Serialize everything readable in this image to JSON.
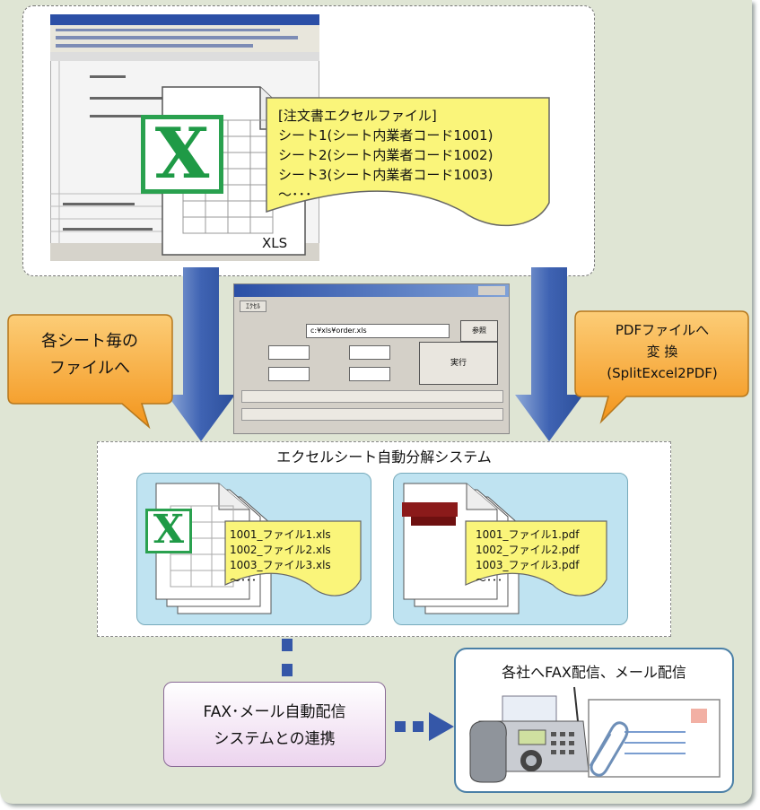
{
  "top_section": {
    "excel_icon_letter": "X",
    "file_label": "XLS",
    "callout_lines": [
      "[注文書エクセルファイル]",
      "シート1(シート内業者コード1001)",
      "シート2(シート内業者コード1002)",
      "シート3(シート内業者コード1003)",
      "～･･･"
    ]
  },
  "left_callout": [
    "各シート毎の",
    "ファイルへ"
  ],
  "right_callout": [
    "PDFファイルへ",
    "変 換",
    "(SplitExcel2PDF)"
  ],
  "app_window": {
    "tab_label": "ｴｸｾﾙ",
    "path_value": "c:¥xls¥order.xls",
    "browse_button": "参照",
    "run_button": "実行"
  },
  "system": {
    "title": "エクセルシート自動分解システム",
    "xls_files": [
      "1001_ファイル1.xls",
      "1002_ファイル2.xls",
      "1003_ファイル3.xls",
      "～･･･"
    ],
    "pdf_files": [
      "1001_ファイル1.pdf",
      "1002_ファイル2.pdf",
      "1003_ファイル3.pdf",
      "～･･･"
    ]
  },
  "integration_box": [
    "FAX･メール自動配信",
    "システムとの連携"
  ],
  "delivery": {
    "title": "各社へFAX配信、メール配信"
  },
  "colors": {
    "panel": "#dfe5d4",
    "arrow_blue": "#3557a8",
    "callout_yellow": "#faf57a",
    "orange": "#f39a1f",
    "excel_green": "#1f9a46",
    "light_blue": "#bfe3f1"
  }
}
